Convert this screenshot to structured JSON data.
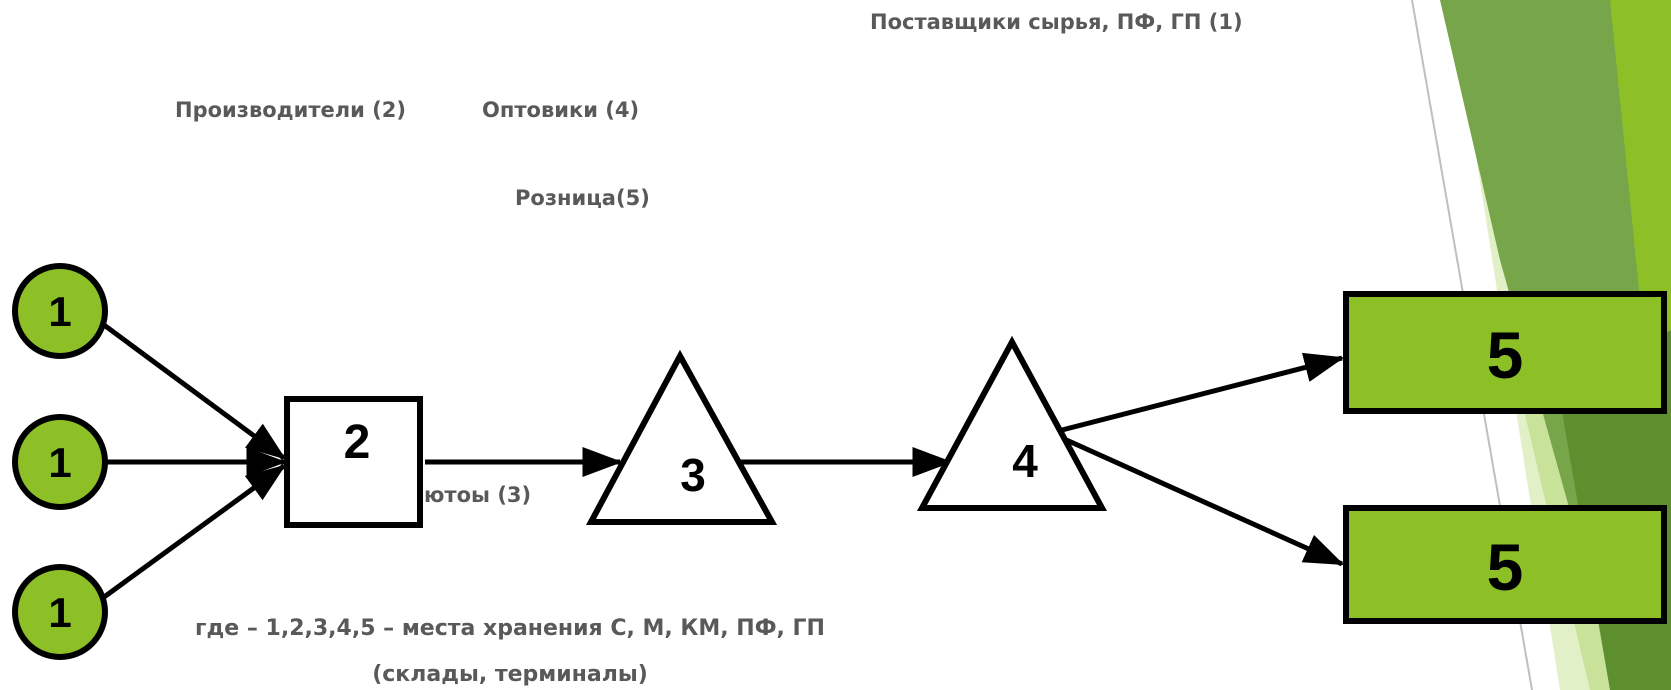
{
  "labels": {
    "suppliers": "Поставщики сырья, ПФ, ГП (1)",
    "producers": "Производители (2)",
    "wholesalers": "Оптовики (4)",
    "retail": "Розница(5)",
    "distributors_partial": "ютоы (3)"
  },
  "nodes": {
    "supplier_1": "1",
    "supplier_2": "1",
    "supplier_3": "1",
    "producer": "2",
    "distributor": "3",
    "wholesaler": "4",
    "retail_1": "5",
    "retail_2": "5"
  },
  "caption": {
    "line1": "где – 1,2,3,4,5 – места хранения С, М, КМ, ПФ, ГП",
    "line2": "(склады, терминалы)"
  },
  "colors": {
    "node_green": "#8dc026",
    "dark_green": "#5e8f2f",
    "mid_green": "#77a54a",
    "light_green": "#c9e29a",
    "pale_green": "#e2f0c8",
    "label_gray": "#595959"
  }
}
